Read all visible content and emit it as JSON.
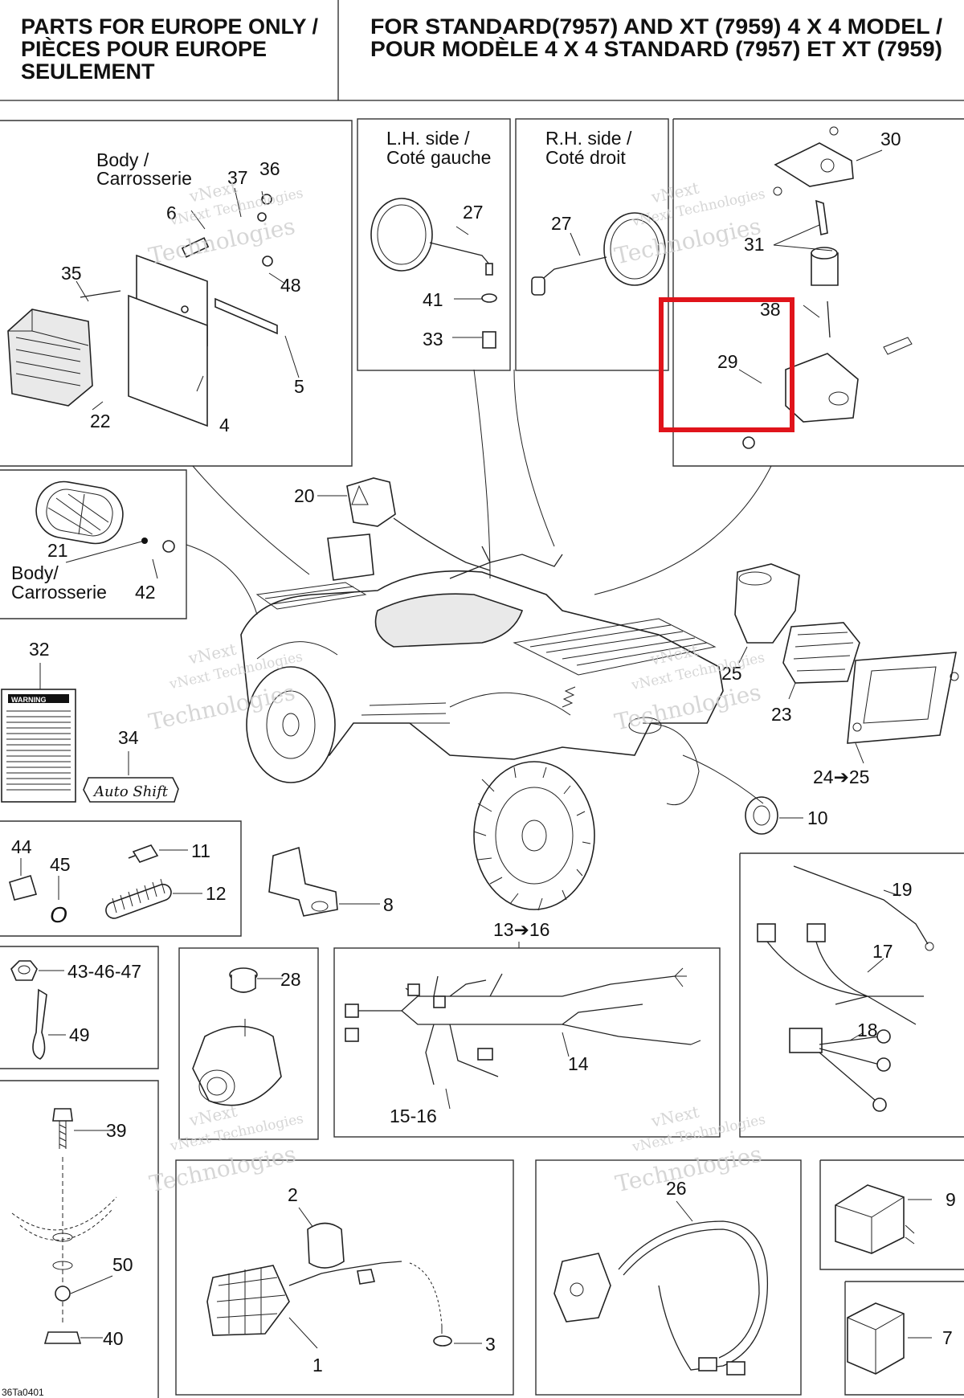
{
  "header": {
    "left_title_lines": [
      "PARTS FOR EUROPE ONLY /",
      "PIÈCES POUR EUROPE",
      "SEULEMENT"
    ],
    "right_title_lines": [
      "FOR STANDARD(7957) AND XT (7959) 4 X 4 MODEL /",
      "POUR MODÈLE 4 X 4 STANDARD (7957) ET XT (7959)"
    ]
  },
  "captions": {
    "body_top": [
      "Body /",
      "Carrosserie"
    ],
    "lh_side": [
      "L.H. side /",
      "Coté gauche"
    ],
    "rh_side": [
      "R.H. side /",
      "Coté droit"
    ],
    "body_reflector": [
      "Body/",
      "Carrosserie"
    ]
  },
  "callouts": {
    "n1": "1",
    "n2": "2",
    "n3": "3",
    "n4": "4",
    "n5": "5",
    "n6": "6",
    "n7": "7",
    "n8": "8",
    "n9": "9",
    "n10": "10",
    "n11": "11",
    "n12": "12",
    "n13_16": "13➔16",
    "n14": "14",
    "n15_16": "15-16",
    "n17": "17",
    "n18": "18",
    "n19": "19",
    "n20": "20",
    "n21": "21",
    "n22": "22",
    "n23": "23",
    "n24_25": "24➔25",
    "n25": "25",
    "n26": "26",
    "n27a": "27",
    "n27b": "27",
    "n28": "28",
    "n29": "29",
    "n30": "30",
    "n31": "31",
    "n32": "32",
    "n33": "33",
    "n34": "34",
    "n35": "35",
    "n36": "36",
    "n37": "37",
    "n38": "38",
    "n39": "39",
    "n40": "40",
    "n41": "41",
    "n42": "42",
    "n43_46_47": "43-46-47",
    "n44": "44",
    "n45": "45",
    "n48": "48",
    "n49": "49",
    "n50": "50"
  },
  "decal_text": "Auto Shift",
  "warning_label": "WARNING",
  "o_ring_symbol": "O",
  "watermark": [
    "vNext",
    "vNext Technologies",
    "Technologies"
  ],
  "figure_code": "36Ta0401",
  "highlight": {
    "color": "#e0141b",
    "target_callout": "29"
  }
}
